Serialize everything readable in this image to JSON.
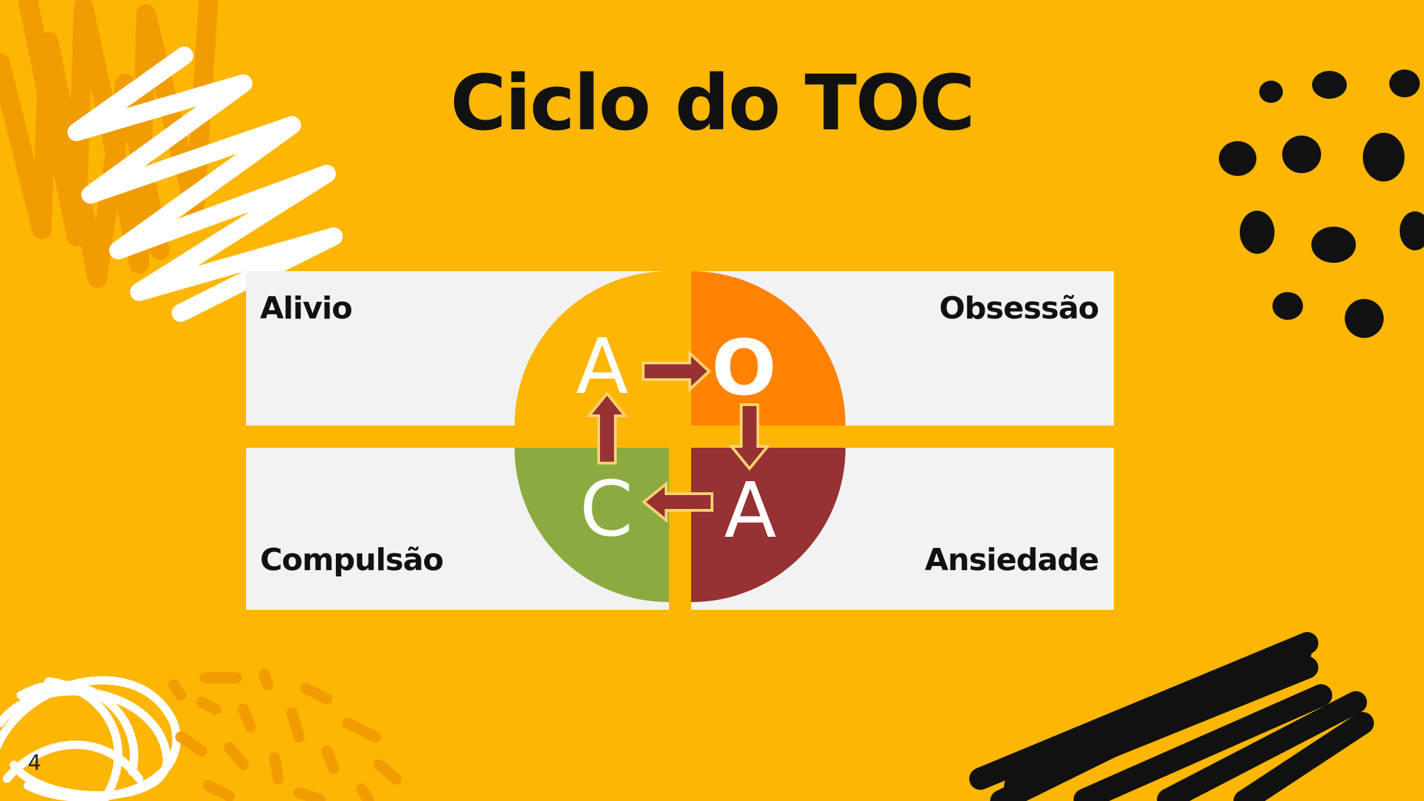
{
  "slide": {
    "title": "Ciclo do TOC",
    "number": "4",
    "background_color": "#FDB603"
  },
  "quadrants": {
    "top_left": {
      "label": "Alivio",
      "letter": "A",
      "color": "#FDB603"
    },
    "top_right": {
      "label": "Obsessão",
      "letter": "O",
      "color": "#FF8300"
    },
    "bottom_right": {
      "label": "Ansiedade",
      "letter": "A",
      "color": "#963134"
    },
    "bottom_left": {
      "label": "Compulsão",
      "letter": "C",
      "color": "#8BAB40"
    }
  },
  "arrow_color": "#963134",
  "arrow_outline_color": "#F9D26F"
}
